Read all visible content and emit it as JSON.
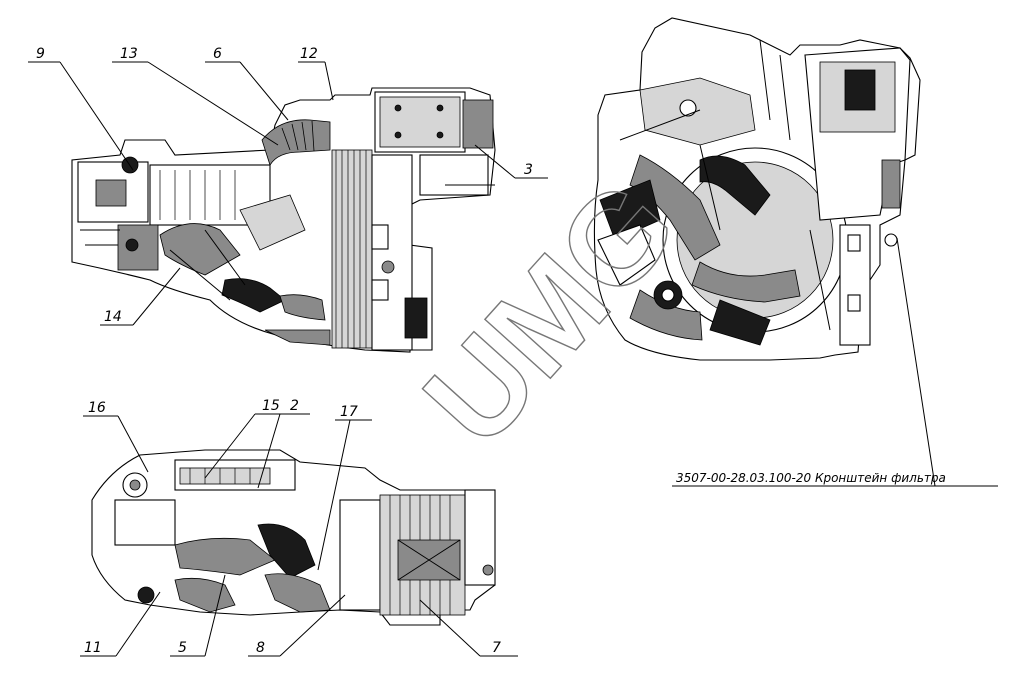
{
  "diagram": {
    "callouts": {
      "c9": "9",
      "c13": "13",
      "c6": "6",
      "c12": "12",
      "c3": "3",
      "c14": "14",
      "c16": "16",
      "c15": "15",
      "c2": "2",
      "c17": "17",
      "c11": "11",
      "c5": "5",
      "c8": "8",
      "c7": "7"
    },
    "caption": "3507-00-28.03.100-20  Кронштейн фильтра",
    "watermark": "UMG"
  }
}
